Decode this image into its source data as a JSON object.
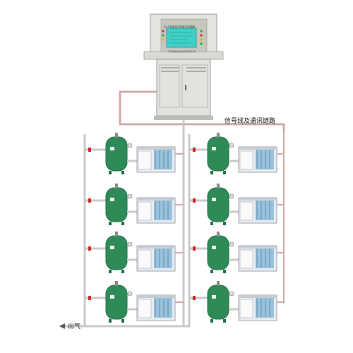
{
  "diagram": {
    "signal_line_label": "信号线及通讯链路",
    "outlet_label": "出气",
    "control_panel": {
      "title": "ZK-P 智能空压机集中控制器",
      "company": "江苏捷维达机电设备有限公司"
    },
    "columns": [
      {
        "tanks": 4,
        "compressors": 4
      },
      {
        "tanks": 4,
        "compressors": 4
      }
    ],
    "colors": {
      "tank": "#2e8b57",
      "tank_dark": "#1f6b41",
      "pipe": "#c8c8c8",
      "signal_line": "#e06060",
      "cabinet": "#e2e2de",
      "screen": "#3fd0c8",
      "compressor_body": "#e8eef2",
      "compressor_panel": "#5a9ec8",
      "valve": "#d02020"
    }
  }
}
